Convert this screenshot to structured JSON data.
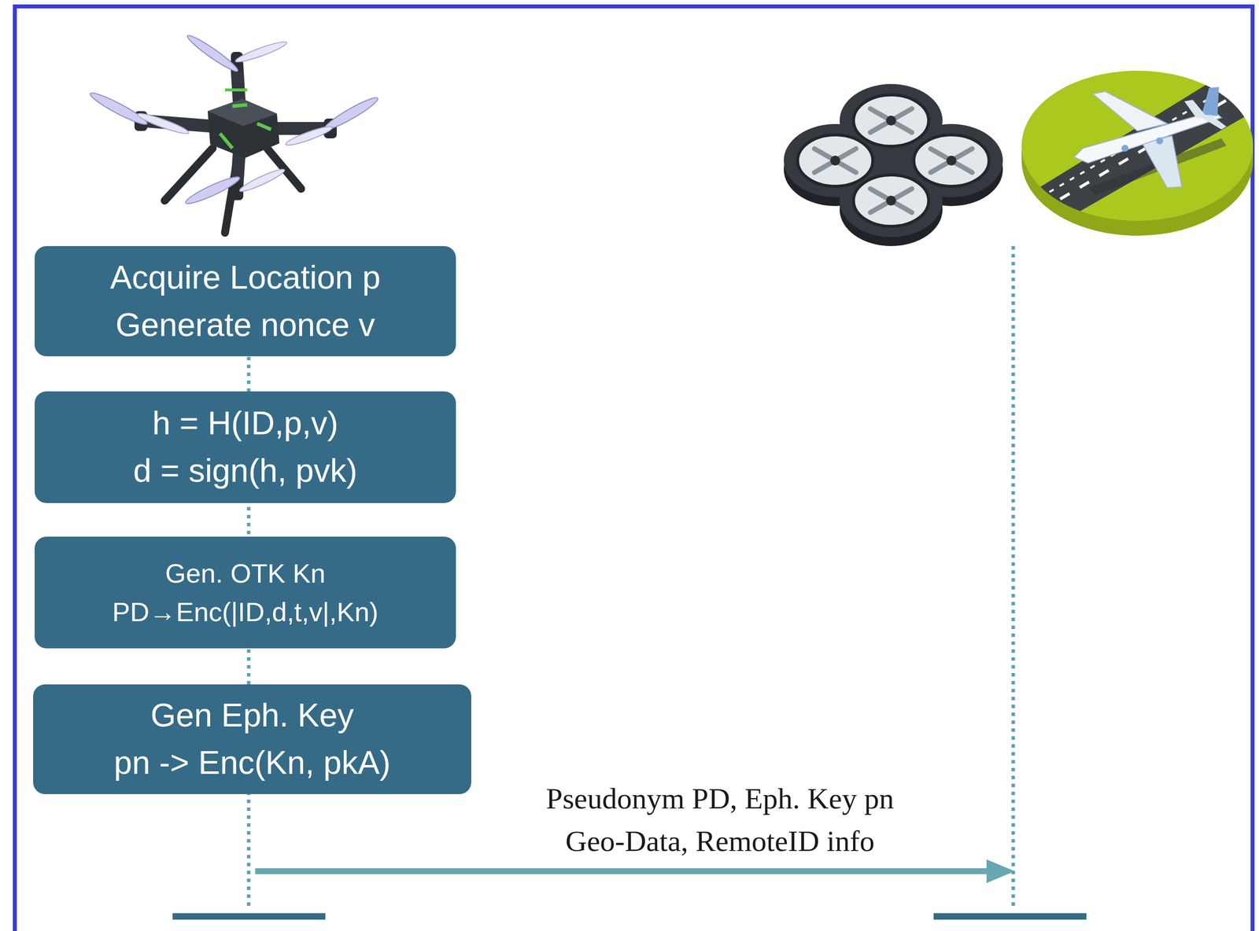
{
  "diagram": {
    "nodes": [
      {
        "text": [
          "Acquire Location p",
          "Generate nonce v"
        ]
      },
      {
        "text": [
          "h = H(ID,p,v)",
          "d = sign(h, pvk)"
        ]
      },
      {
        "text": [
          "Gen. OTK Kn",
          "PD→Enc(|ID,d,t,v|,Kn)"
        ]
      },
      {
        "text": [
          "Gen Eph. Key",
          "pn -> Enc(Kn, pkA)"
        ]
      }
    ],
    "labels": [
      "Pseudonym PD, Eph. Key pn",
      "Geo-Data, RemoteID info"
    ]
  }
}
